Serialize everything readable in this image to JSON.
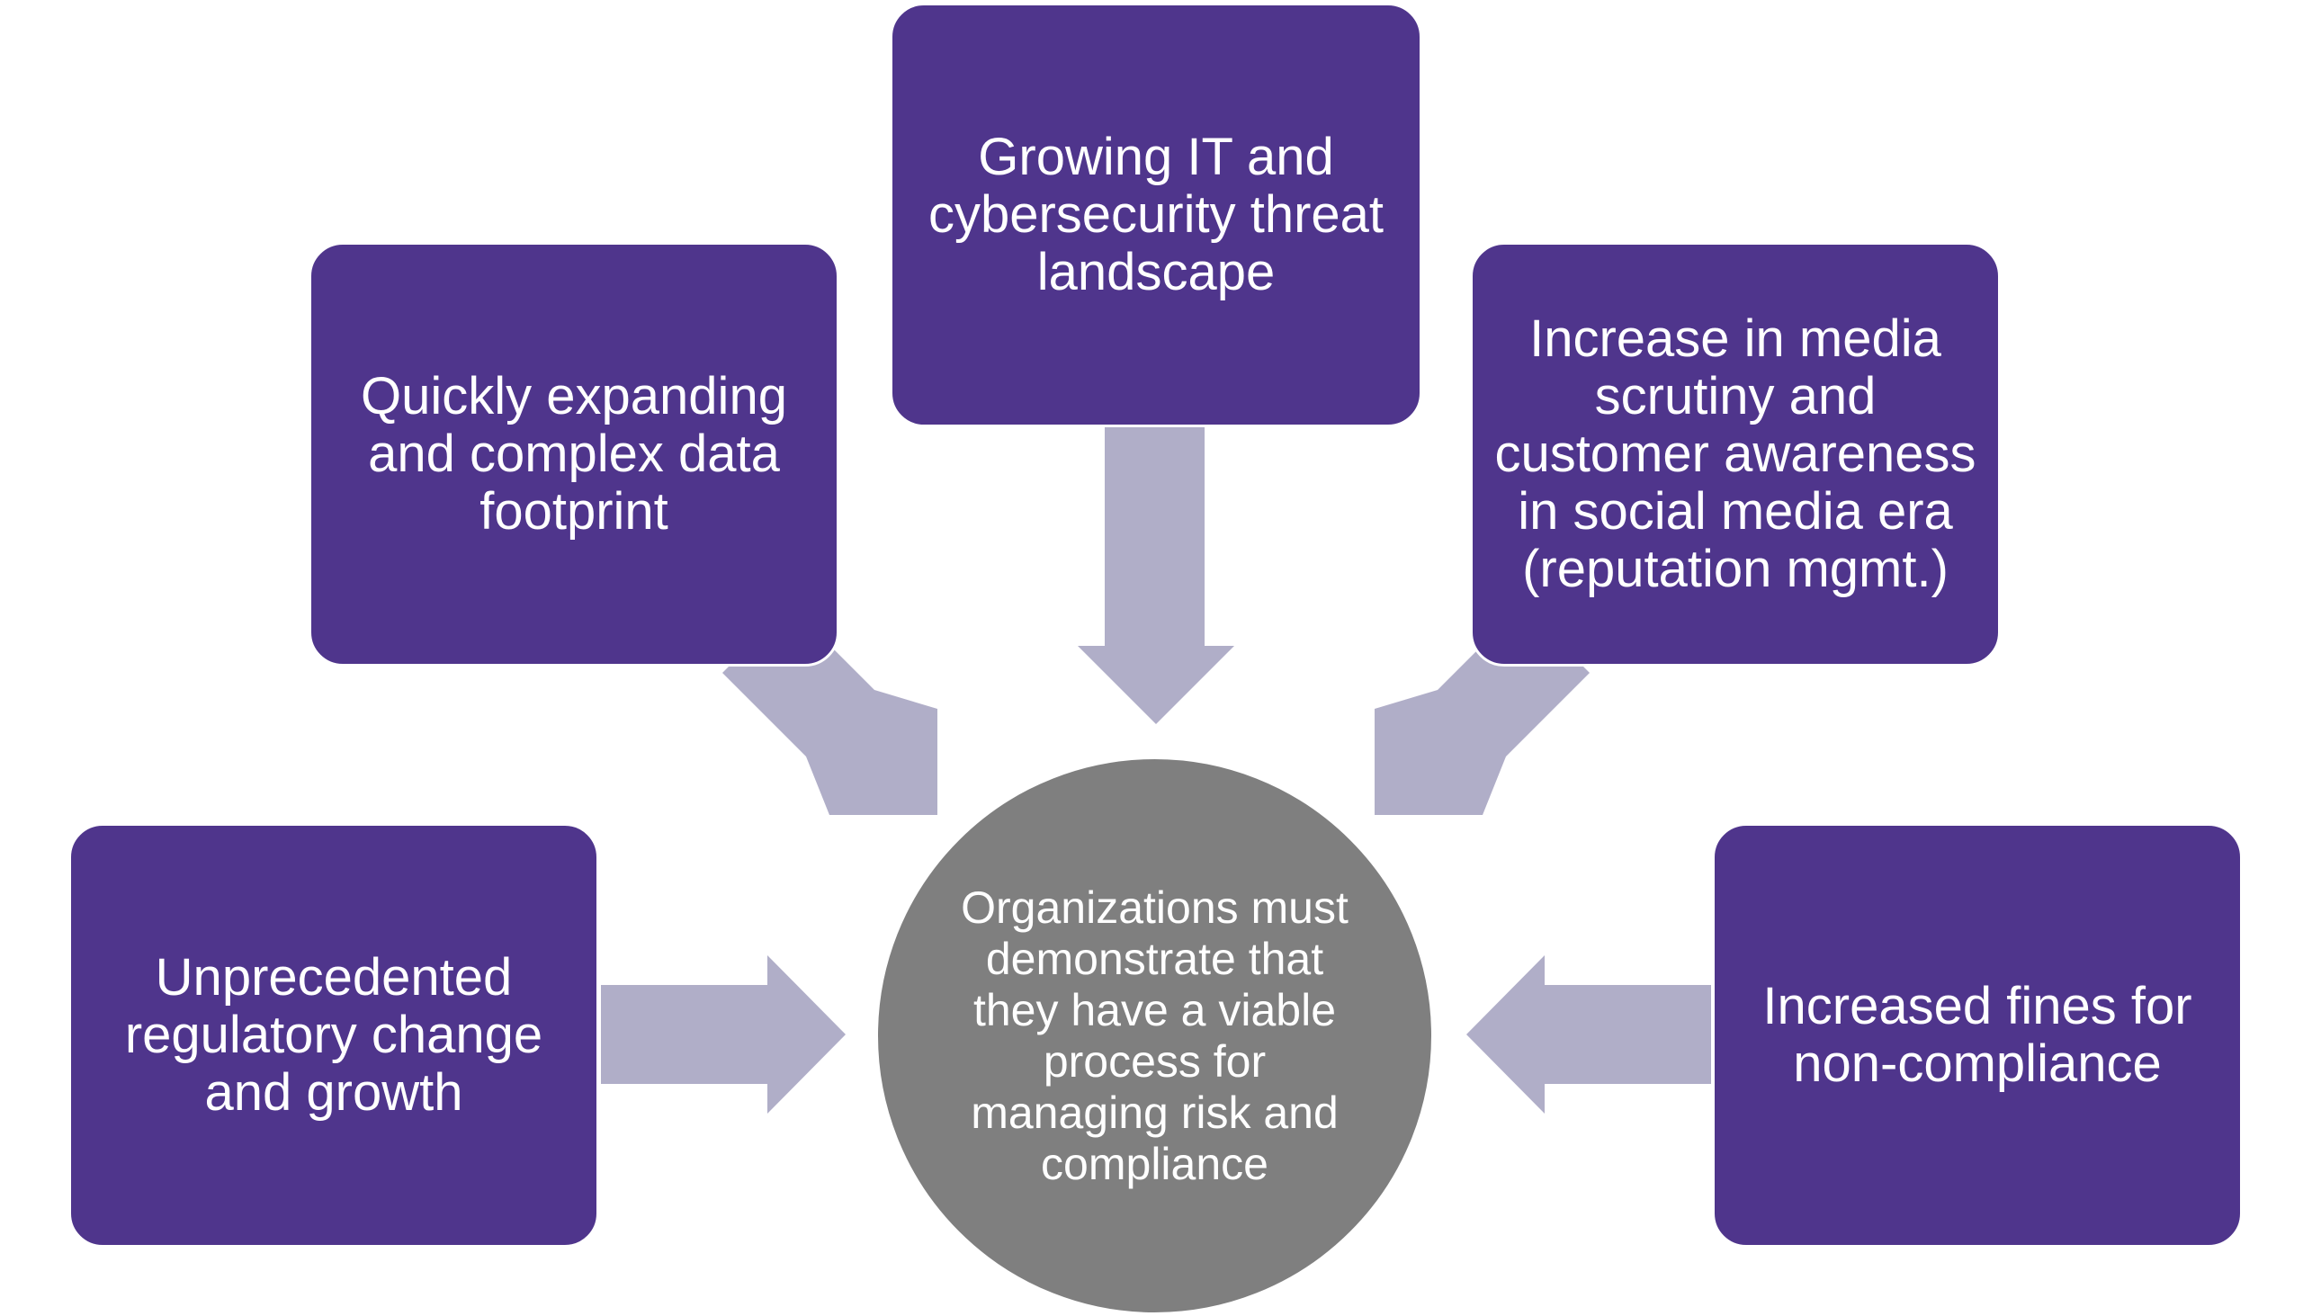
{
  "colors": {
    "box_fill": "#4f358c",
    "hub_fill": "#7f7f7f",
    "arrow_fill": "#b0aec8",
    "text": "#ffffff"
  },
  "diagram": {
    "center": {
      "text": "Organizations must demonstrate that they have a viable process for managing risk and compliance"
    },
    "drivers": [
      {
        "text": "Unprecedented regulatory change and growth"
      },
      {
        "text": "Quickly expanding and complex data footprint"
      },
      {
        "text": "Growing IT and cybersecurity threat landscape"
      },
      {
        "text": "Increase in media scrutiny and customer awareness in social media era (reputation mgmt.)"
      },
      {
        "text": "Increased fines for non-compliance"
      }
    ]
  }
}
